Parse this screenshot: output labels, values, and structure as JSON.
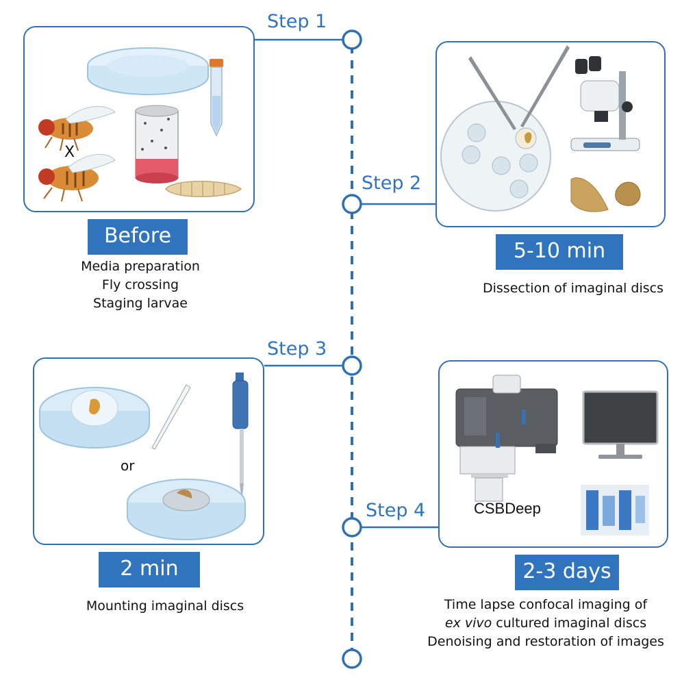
{
  "steps": {
    "step1": "Step 1",
    "step2": "Step 2",
    "step3": "Step 3",
    "step4": "Step 4"
  },
  "badges": {
    "before": "Before",
    "step2_time": "5-10 min",
    "step3_time": "2 min",
    "step4_time": "2-3 days"
  },
  "captions": {
    "before": [
      "Media preparation",
      "Fly crossing",
      "Staging  larvae"
    ],
    "step2": "Dissection of imaginal discs",
    "step3": "Mounting imaginal discs",
    "step4_line1": "Time lapse confocal imaging of",
    "step4_line2_italic": "ex vivo",
    "step4_line2_rest": " cultured imaginal discs",
    "step4_line3": "Denoising and restoration of images"
  },
  "labels": {
    "cross": "X",
    "or": "or",
    "csbdeep": "CSBDeep"
  },
  "colors": {
    "accent": "#2f74bd",
    "timeline": "#2f6fb4"
  },
  "icons": [
    "petri-dish-icon",
    "falcon-tube-icon",
    "fruit-fly-icon",
    "fly-vial-icon",
    "larva-icon",
    "tweezers-icon",
    "dissection-plate-icon",
    "stereo-microscope-icon",
    "imaginal-disc-icon",
    "pipette-icon",
    "micropipette-icon",
    "glass-bottom-dish-icon",
    "confocal-microscope-icon",
    "monitor-icon",
    "fiji-logo-icon"
  ]
}
